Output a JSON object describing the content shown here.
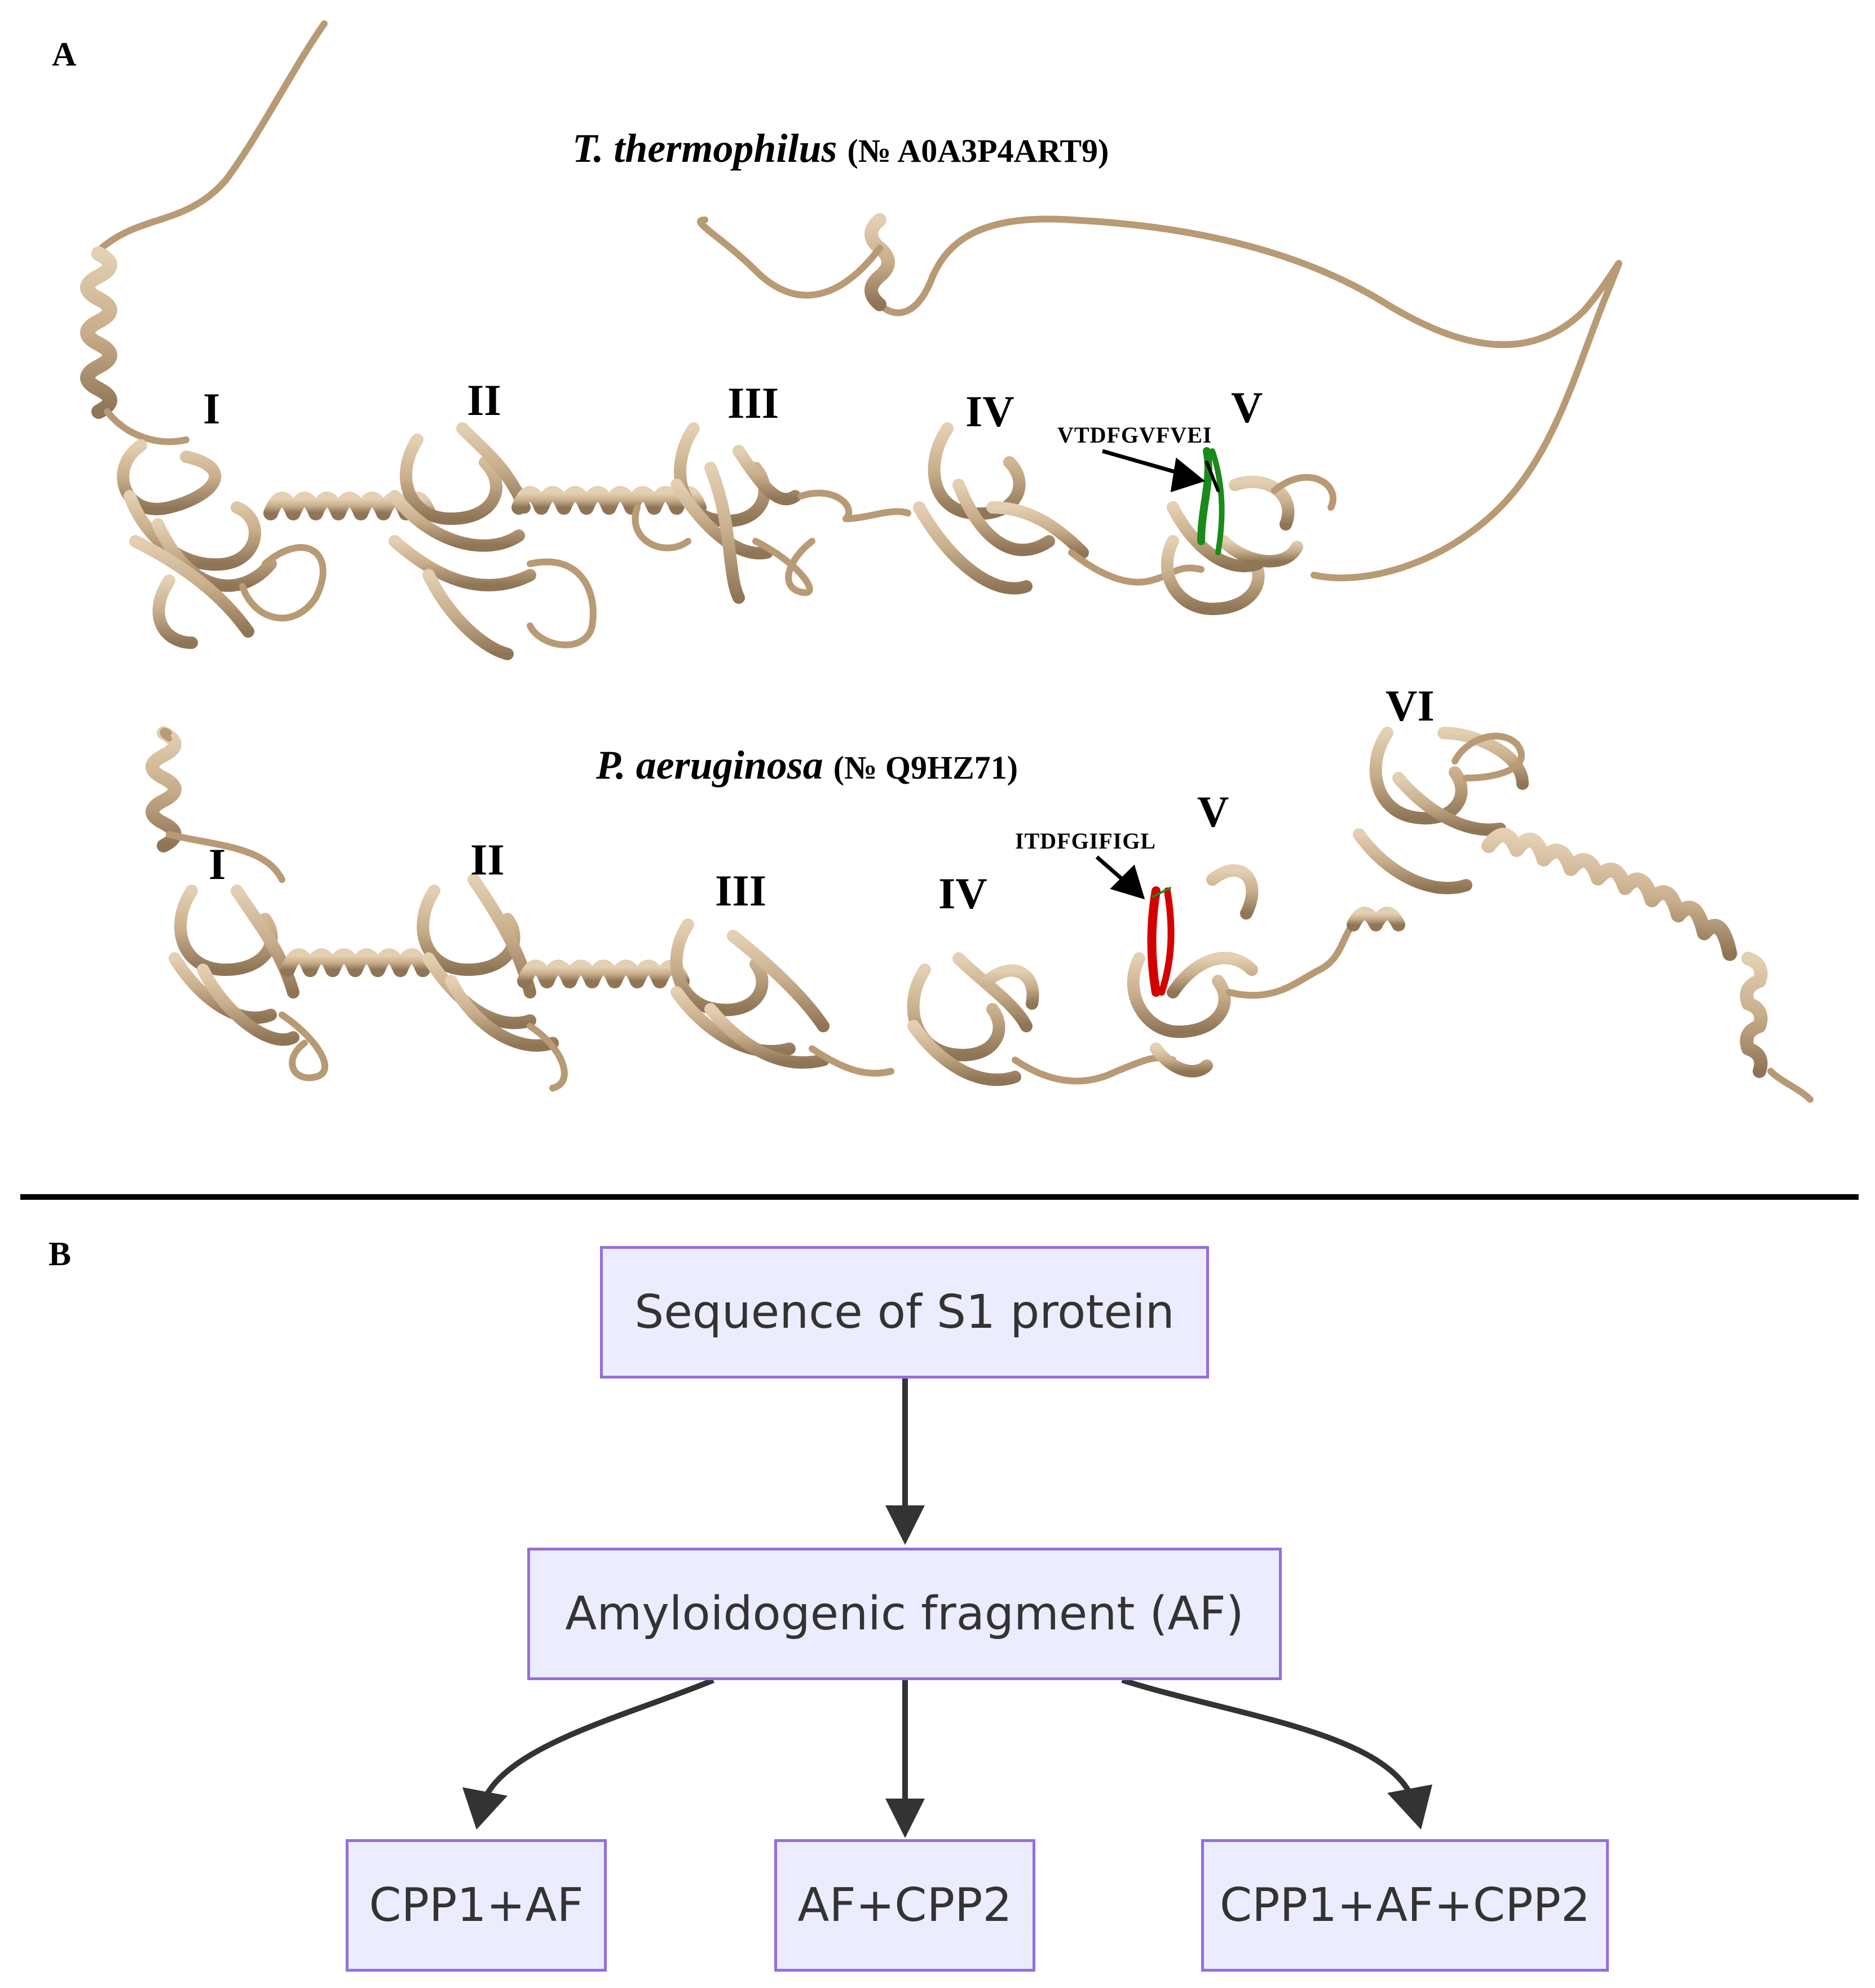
{
  "panel_a": {
    "letter": "A",
    "structure_1": {
      "organism": "T. thermophilus",
      "accession": "(№ A0A3P4ART9)",
      "domains": [
        "I",
        "II",
        "III",
        "IV",
        "V"
      ],
      "highlight_sequence": "VTDFGVFVEI",
      "highlight_color": "#1a8a1a"
    },
    "structure_2": {
      "organism": "P. aeruginosa",
      "accession": "(№ Q9HZ71)",
      "domains": [
        "I",
        "II",
        "III",
        "IV",
        "V",
        "VI"
      ],
      "highlight_sequence": "ITDFGIFIGL",
      "highlight_color": "#d40000"
    },
    "ribbon_color": "#c8ad8a"
  },
  "panel_b": {
    "letter": "B",
    "nodes": {
      "root": "Sequence of S1 protein",
      "middle": "Amyloidogenic fragment (AF)",
      "leaf_1": "CPP1+AF",
      "leaf_2": "AF+CPP2",
      "leaf_3": "CPP1+AF+CPP2"
    },
    "node_fill": "#ececff",
    "node_border": "#9370db",
    "edge_color": "#333333"
  }
}
